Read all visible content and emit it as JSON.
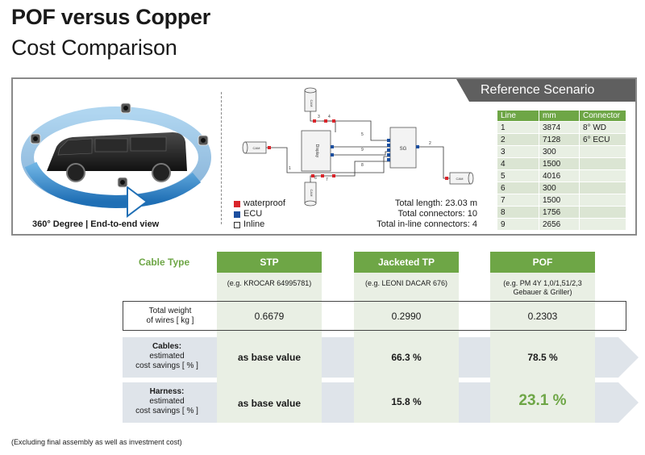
{
  "title": {
    "main": "POF versus Copper",
    "sub": "Cost Comparison"
  },
  "van": {
    "caption": "360° Degree | End-to-end view"
  },
  "schematic": {
    "labels": {
      "cam": "CAM",
      "display": "Display",
      "sg": "SG"
    },
    "line_numbers": [
      "1",
      "2",
      "3",
      "4",
      "5",
      "6",
      "7",
      "8",
      "9"
    ],
    "legend": {
      "waterproof": "waterproof",
      "ecu": "ECU",
      "inline": "Inline"
    },
    "totals": {
      "length": "Total length: 23.03 m",
      "connectors": "Total connectors: 10",
      "inline_connectors": "Total in-line connectors: 4"
    },
    "colors": {
      "waterproof": "#d9252b",
      "ecu": "#1c4f9f"
    }
  },
  "reference": {
    "title": "Reference Scenario",
    "headers": [
      "Line",
      "mm",
      "Connector"
    ],
    "rows": [
      [
        "1",
        "3874",
        "8° WD"
      ],
      [
        "2",
        "7128",
        "6° ECU"
      ],
      [
        "3",
        "300",
        ""
      ],
      [
        "4",
        "1500",
        ""
      ],
      [
        "5",
        "4016",
        ""
      ],
      [
        "6",
        "300",
        ""
      ],
      [
        "7",
        "1500",
        ""
      ],
      [
        "8",
        "1756",
        ""
      ],
      [
        "9",
        "2656",
        ""
      ]
    ]
  },
  "comparison": {
    "cable_type_label": "Cable Type",
    "columns": [
      {
        "name": "STP",
        "example": "(e.g. KROCAR 64995781)"
      },
      {
        "name": "Jacketed TP",
        "example": "(e.g. LEONI DACAR 676)"
      },
      {
        "name": "POF",
        "example_line1": "(e.g. PM 4Y 1,0/1,51/2,3",
        "example_line2": "Gebauer & Griller)"
      }
    ],
    "weight": {
      "label_line1": "Total weight",
      "label_line2": "of wires [ kg ]",
      "values": [
        "0.6679",
        "0.2990",
        "0.2303"
      ]
    },
    "cables": {
      "label_bold": "Cables:",
      "label_line2": "estimated",
      "label_line3": "cost savings [ % ]",
      "values": [
        "as base value",
        "66.3 %",
        "78.5 %"
      ]
    },
    "harness": {
      "label_bold": "Harness:",
      "label_line2": "estimated",
      "label_line3": "cost savings [ % ]",
      "values": [
        "as base value",
        "15.8 %",
        "23.1 %"
      ]
    },
    "accent_color": "#6ea646"
  },
  "footnote": "(Excluding final assembly as well as investment cost)"
}
